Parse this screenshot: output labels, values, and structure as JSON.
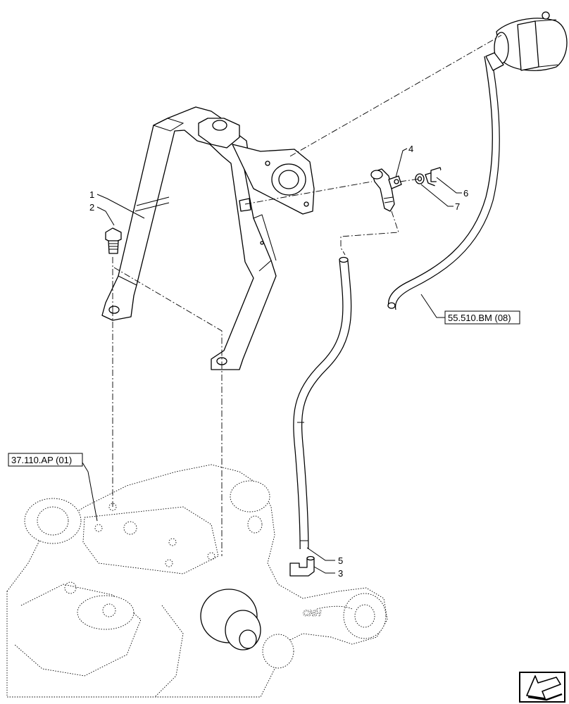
{
  "callouts": {
    "c1": "1",
    "c2": "2",
    "c3": "3",
    "c4": "4",
    "c5": "5",
    "c6": "6",
    "c7": "7"
  },
  "references": {
    "axle": "37.110.AP (01)",
    "hose": "55.510.BM (08)"
  },
  "navigation": {
    "icon": "arrow-navigation-icon"
  }
}
